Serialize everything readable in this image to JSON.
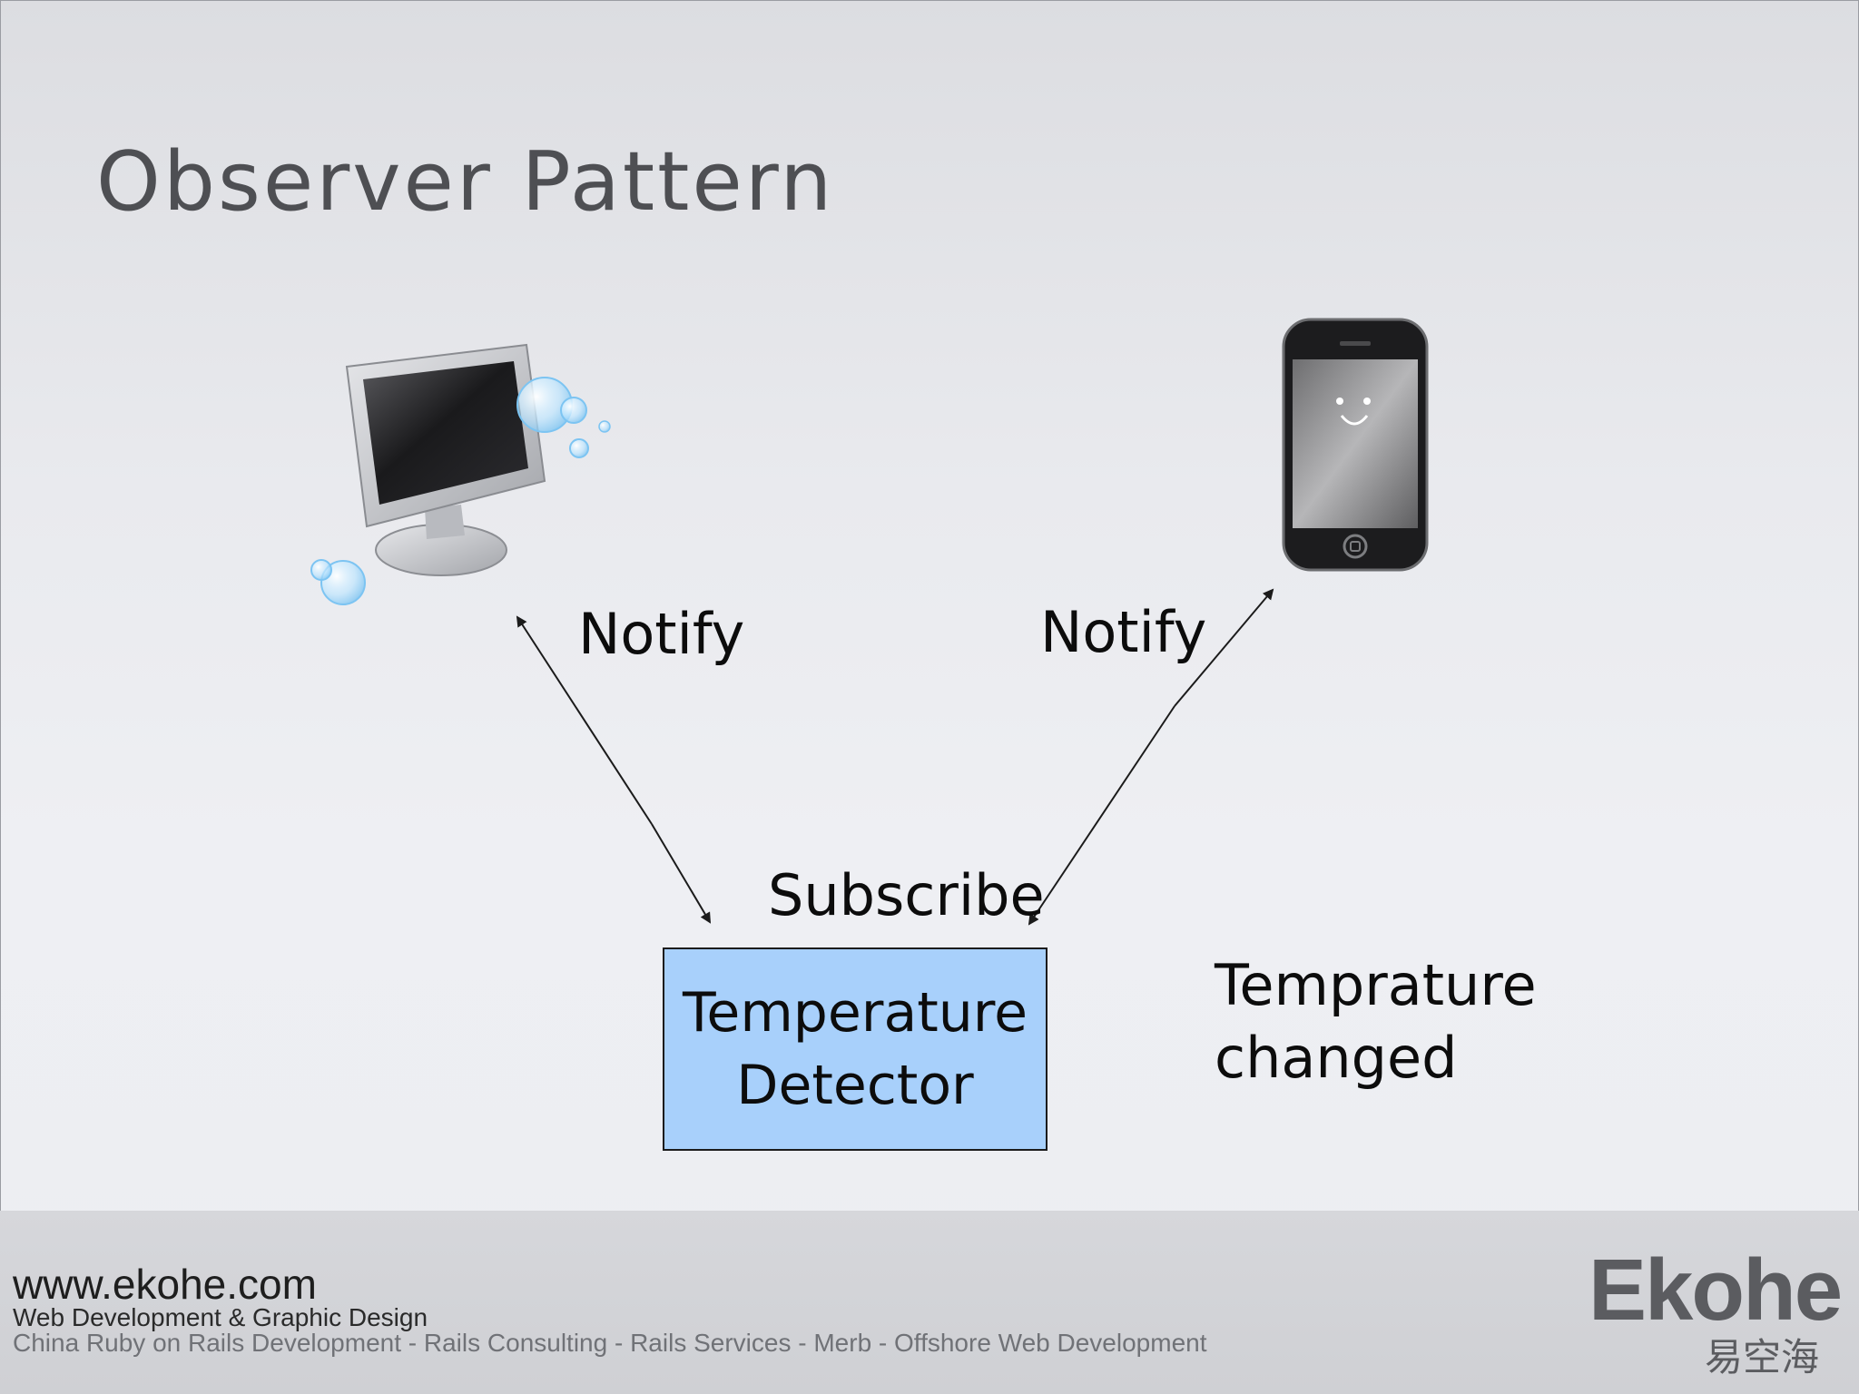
{
  "slide": {
    "title": "Observer Pattern"
  },
  "diagram": {
    "subject_label": "Temperature\nDetector",
    "subscribe_label": "Subscribe",
    "notify_left_label": "Notify",
    "notify_right_label": "Notify",
    "event_note": "Temprature\nchanged",
    "observers": [
      "desktop-monitor-icon",
      "mobile-phone-icon"
    ],
    "colors": {
      "subject_fill": "#a8d0fb",
      "arrow": "#1b1b1b"
    }
  },
  "footer": {
    "url": "www.ekohe.com",
    "tagline": "Web Development & Graphic Design",
    "services": "China Ruby on Rails Development - Rails Consulting - Rails Services - Merb - Offshore Web Development",
    "brand_name": "Ekohe",
    "brand_chinese": "易空海"
  }
}
